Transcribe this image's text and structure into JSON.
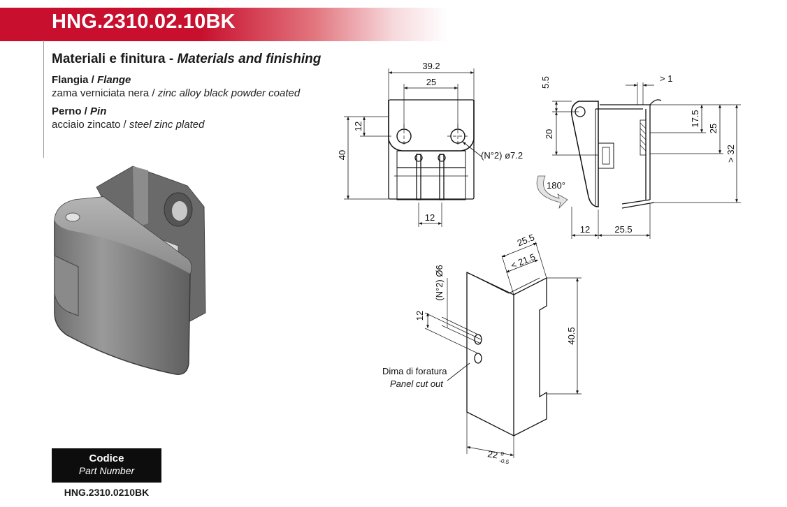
{
  "title": "HNG.2310.02.10BK",
  "materials": {
    "heading_it": "Materiali e finitura - ",
    "heading_en": "Materials and finishing",
    "flange_label_it": "Flangia / ",
    "flange_label_en": "Flange",
    "flange_desc_it": "zama verniciata nera / ",
    "flange_desc_en": "zinc alloy black powder coated",
    "pin_label_it": "Perno / ",
    "pin_label_en": "Pin",
    "pin_desc_it": "acciaio zincato / ",
    "pin_desc_en": "steel zinc plated"
  },
  "code": {
    "label_it": "Codice",
    "label_en": "Part Number",
    "value": "HNG.2310.0210BK"
  },
  "front_view": {
    "width_total": "39.2",
    "hole_spacing": "25",
    "hole_vertical": "12",
    "height": "40",
    "hole_note": "(N°2) ø7.2",
    "bottom_width": "12"
  },
  "side_view": {
    "top_offset": "5.5",
    "clearance": "> 1",
    "pin_height": "20",
    "dim_17_5": "17.5",
    "dim_25": "25",
    "min_height": "> 32",
    "rotation": "180°",
    "bottom_left": "12",
    "bottom_right": "25.5"
  },
  "cutout": {
    "dim_25_5": "25.5",
    "dim_21_5": "< 21.5",
    "hole_dia": "(N°2)  Ø6",
    "hole_spacing": "12",
    "height": "40.5",
    "caption_it": "Dima di foratura",
    "caption_en": "Panel cut out",
    "bottom_dim": "22",
    "tol_upper": "0",
    "tol_lower": "-0.5"
  }
}
